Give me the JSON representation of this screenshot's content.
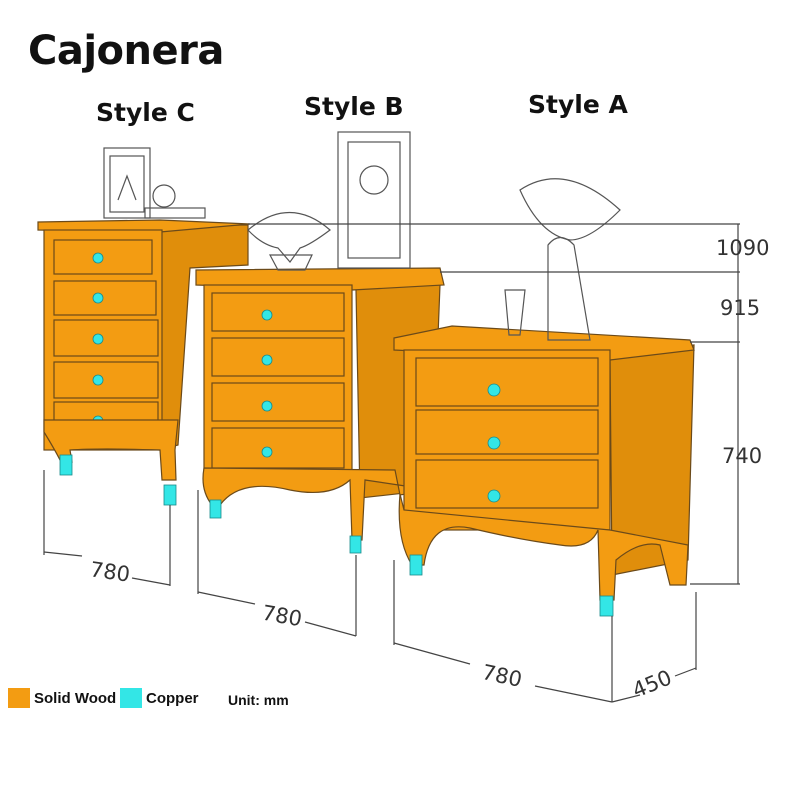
{
  "title": "Cajonera",
  "styles": {
    "c": "Style C",
    "b": "Style B",
    "a": "Style A"
  },
  "dimensions": {
    "height_1": "1090",
    "height_2": "915",
    "height_3": "740",
    "width_c": "780",
    "width_b": "780",
    "width_a": "780",
    "depth": "450"
  },
  "legend": {
    "wood_label": "Solid Wood",
    "wood_color": "#f39c12",
    "copper_label": "Copper",
    "copper_color": "#33e6e6",
    "unit": "Unit: mm"
  }
}
